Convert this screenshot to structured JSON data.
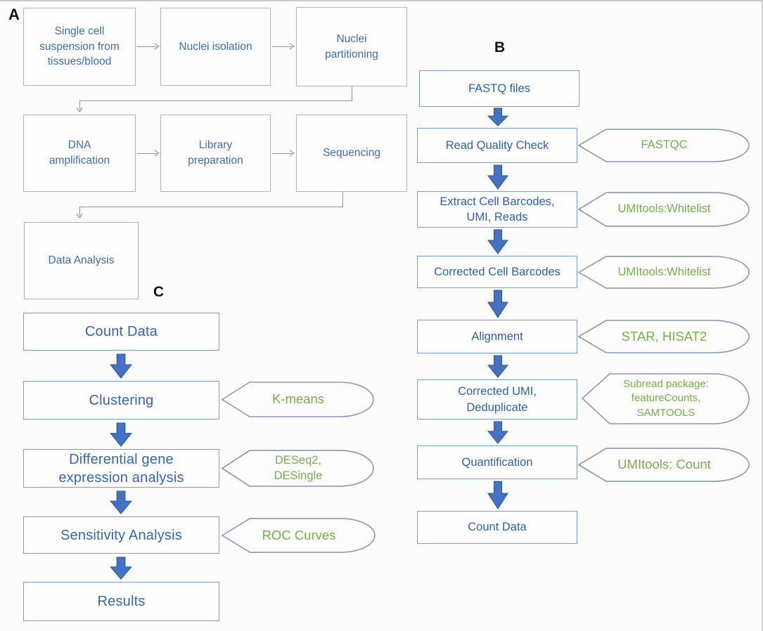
{
  "panels": {
    "a": {
      "label": "A",
      "boxes": [
        {
          "text": "Single cell\nsuspension from\ntissues/blood"
        },
        {
          "text": "Nuclei isolation"
        },
        {
          "text": "Nuclei\npartitioning"
        },
        {
          "text": "DNA\namplification"
        },
        {
          "text": "Library\npreparation"
        },
        {
          "text": "Sequencing"
        },
        {
          "text": "Data Analysis"
        }
      ]
    },
    "b": {
      "label": "B",
      "steps": [
        {
          "text": "FASTQ files",
          "tool": ""
        },
        {
          "text": "Read Quality Check",
          "tool": "FASTQC"
        },
        {
          "text": "Extract Cell Barcodes,\nUMI, Reads",
          "tool": "UMItools:Whitelist"
        },
        {
          "text": "Corrected Cell Barcodes",
          "tool": "UMItools:Whitelist"
        },
        {
          "text": "Alignment",
          "tool": "STAR, HISAT2"
        },
        {
          "text": "Corrected UMI,\nDeduplicate",
          "tool": "Subread package:\nfeatureCounts,\nSAMTOOLS"
        },
        {
          "text": "Quantification",
          "tool": "UMItools: Count"
        },
        {
          "text": "Count Data",
          "tool": ""
        }
      ]
    },
    "c": {
      "label": "C",
      "steps": [
        {
          "text": "Count Data",
          "tool": ""
        },
        {
          "text": "Clustering",
          "tool": "K-means"
        },
        {
          "text": "Differential gene\nexpression analysis",
          "tool": "DESeq2,\nDESingle"
        },
        {
          "text": "Sensitivity Analysis",
          "tool": "ROC Curves"
        },
        {
          "text": "Results",
          "tool": ""
        }
      ]
    }
  },
  "colors": {
    "box_text_blue": "#3566ae",
    "tool_text_green": "#74ad4b",
    "arrow_blue": "#4472c4",
    "box_border_blue": "#7f9dc4",
    "box_border_light": "#a9b4c6",
    "connector_gray": "#8d96a4"
  }
}
